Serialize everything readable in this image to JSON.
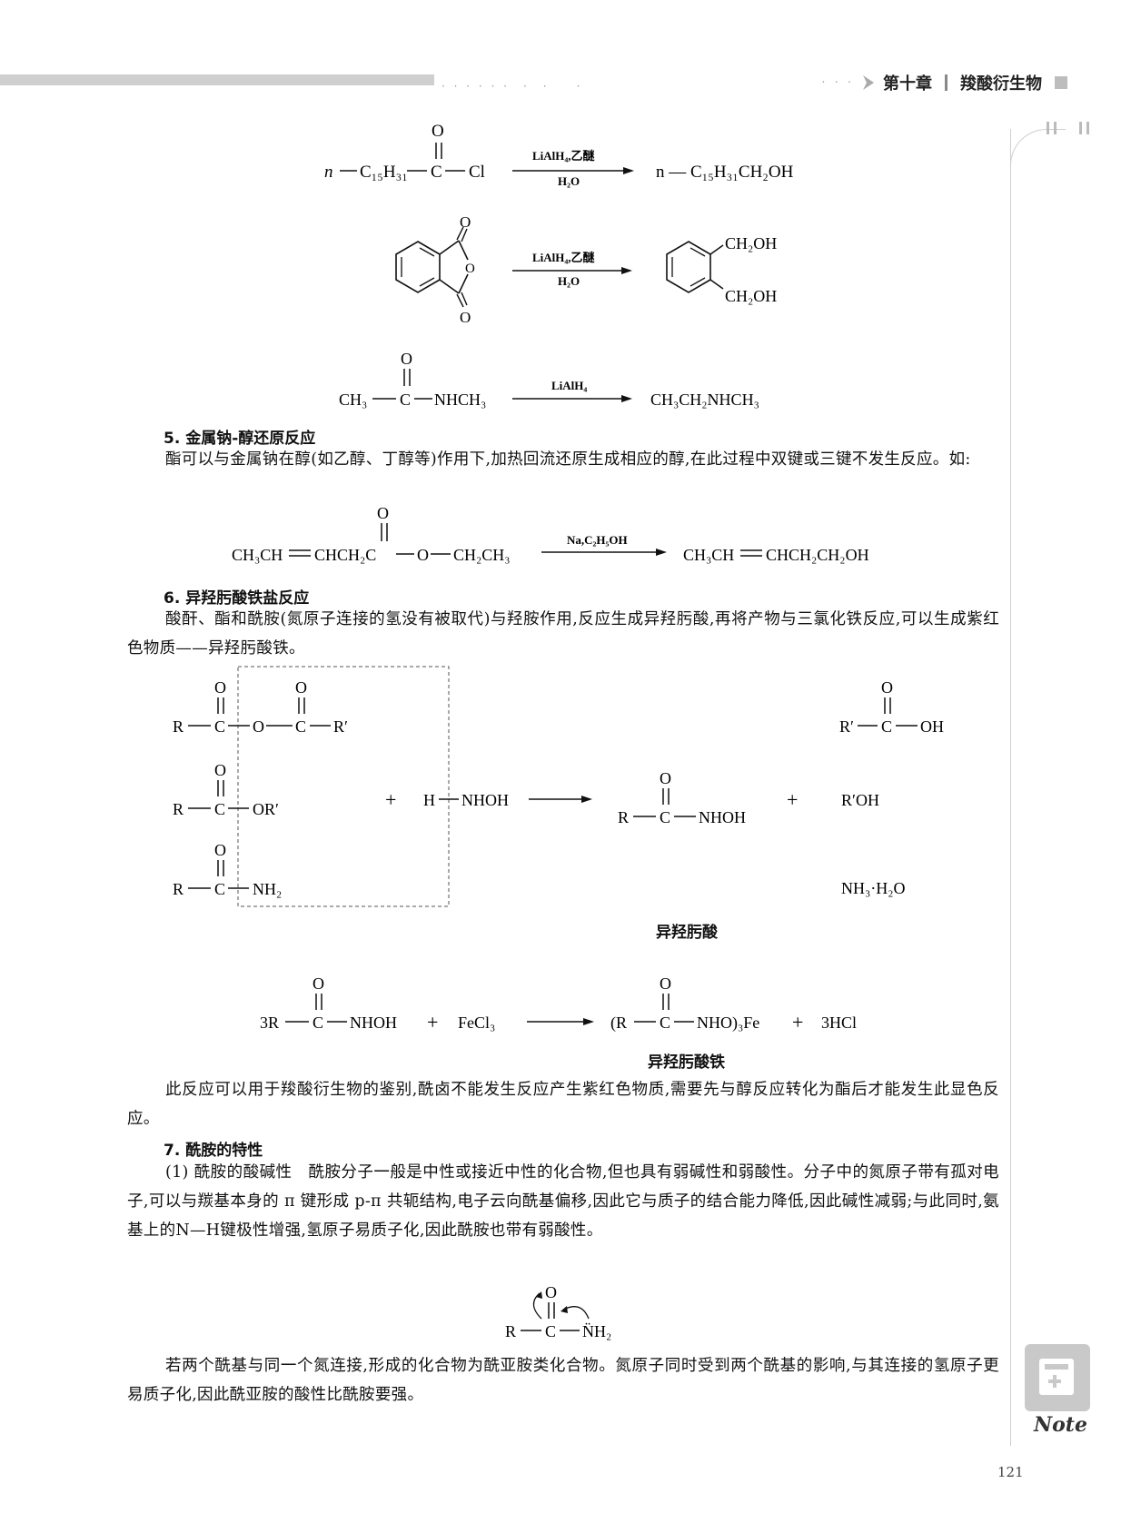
{
  "header": {
    "chapter": "第十章",
    "title": "羧酸衍生物"
  },
  "reactions": {
    "r1": {
      "reactant_prefix": "n",
      "reactant_chain": "C₁₅H₃₁",
      "reactant_C": "C",
      "reactant_Cl": "Cl",
      "carbonyl_O": "O",
      "reagent_top": "LiAlH₄,乙醚",
      "reagent_bottom": "H₂O",
      "product": "n — C₁₅H₃₁CH₂OH"
    },
    "r2": {
      "ring_O": "O",
      "reagent_top": "LiAlH₄,乙醚",
      "reagent_bottom": "H₂O",
      "product_top": "CH₂OH",
      "product_bottom": "CH₂OH"
    },
    "r3": {
      "reactant_left": "CH₃",
      "reactant_C": "C",
      "reactant_right": "NHCH₃",
      "carbonyl_O": "O",
      "reagent_top": "LiAlH₄",
      "product": "CH₃CH₂NHCH₃"
    },
    "r4": {
      "reactant_left": "CH₃CH",
      "reactant_mid": "CHCH₂C",
      "reactant_O": "O",
      "reactant_right": "CH₂CH₃",
      "carbonyl_O": "O",
      "reagent_top": "Na,C₂H₅OH",
      "product_left": "CH₃CH",
      "product_right": "CHCH₂CH₂OH"
    },
    "hydroxamic": {
      "R": "R",
      "C": "C",
      "O": "O",
      "anhydride_bridge_O": "O",
      "anhydride_right": "R′",
      "ester_right": "OR′",
      "amide_right": "NH₂",
      "plus": "+",
      "H": "H",
      "NHOH": "NHOH",
      "product_right": "NHOH",
      "side_acid_left": "R′",
      "side_acid_right": "OH",
      "side_alcohol": "R′OH",
      "side_ammonia": "NH₃·H₂O",
      "caption": "异羟肟酸"
    },
    "iron": {
      "coef": "3R",
      "C": "C",
      "O": "O",
      "left_right": "NHOH",
      "plus": "+",
      "fecl3": "FeCl₃",
      "product_open": "(R",
      "product_close": "NHO)₃Fe",
      "hcl": "3HCl",
      "caption": "异羟肟酸铁"
    },
    "resonance": {
      "R": "R",
      "C": "C",
      "O": "O",
      "N": "N̈H₂"
    }
  },
  "sections": {
    "s5_heading": "5. 金属钠-醇还原反应",
    "s5_text": "酯可以与金属钠在醇(如乙醇、丁醇等)作用下,加热回流还原生成相应的醇,在此过程中双键或三键不发生反应。如:",
    "s6_heading": "6. 异羟肟酸铁盐反应",
    "s6_text": "酸酐、酯和酰胺(氮原子连接的氢没有被取代)与羟胺作用,反应生成异羟肟酸,再将产物与三氯化铁反应,可以生成紫红色物质——异羟肟酸铁。",
    "s6_after": "此反应可以用于羧酸衍生物的鉴别,酰卤不能发生反应产生紫红色物质,需要先与醇反应转化为酯后才能发生此显色反应。",
    "s7_heading": "7. 酰胺的特性",
    "s7_text": "(1) 酰胺的酸碱性　酰胺分子一般是中性或接近中性的化合物,但也具有弱碱性和弱酸性。分子中的氮原子带有孤对电子,可以与羰基本身的 π 键形成 p-π 共轭结构,电子云向酰基偏移,因此它与质子的结合能力降低,因此碱性减弱;与此同时,氨基上的N—H键极性增强,氢原子易质子化,因此酰胺也带有弱酸性。",
    "s7_after": "若两个酰基与同一个氮连接,形成的化合物为酰亚胺类化合物。氮原子同时受到两个酰基的影响,与其连接的氢原子更易质子化,因此酰亚胺的酸性比酰胺要强。"
  },
  "sidebar": {
    "note_label": "Note"
  },
  "footer": {
    "page_number": "121"
  }
}
